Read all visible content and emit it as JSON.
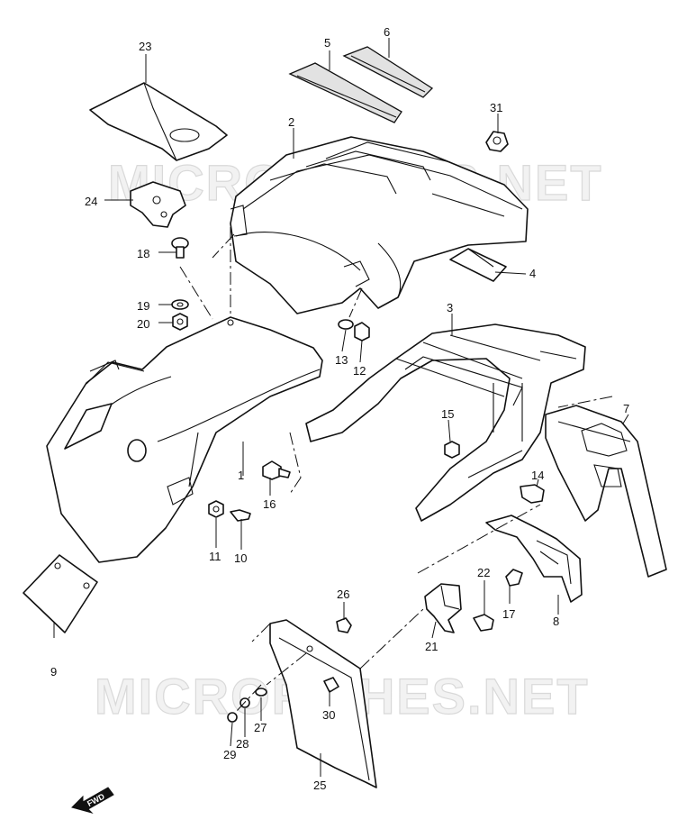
{
  "watermarks": [
    "MICROFICHES.NET",
    "MICROFICHES.NET"
  ],
  "direction_indicator": "FWD",
  "callouts": [
    {
      "id": "c1",
      "label": "1"
    },
    {
      "id": "c2",
      "label": "2"
    },
    {
      "id": "c3",
      "label": "3"
    },
    {
      "id": "c4",
      "label": "4"
    },
    {
      "id": "c5",
      "label": "5"
    },
    {
      "id": "c6",
      "label": "6"
    },
    {
      "id": "c7",
      "label": "7"
    },
    {
      "id": "c8",
      "label": "8"
    },
    {
      "id": "c9",
      "label": "9"
    },
    {
      "id": "c10",
      "label": "10"
    },
    {
      "id": "c11",
      "label": "11"
    },
    {
      "id": "c12",
      "label": "12"
    },
    {
      "id": "c13",
      "label": "13"
    },
    {
      "id": "c14",
      "label": "14"
    },
    {
      "id": "c15",
      "label": "15"
    },
    {
      "id": "c16",
      "label": "16"
    },
    {
      "id": "c17",
      "label": "17"
    },
    {
      "id": "c18",
      "label": "18"
    },
    {
      "id": "c19",
      "label": "19"
    },
    {
      "id": "c20",
      "label": "20"
    },
    {
      "id": "c21",
      "label": "21"
    },
    {
      "id": "c22",
      "label": "22"
    },
    {
      "id": "c23",
      "label": "23"
    },
    {
      "id": "c24",
      "label": "24"
    },
    {
      "id": "c25",
      "label": "25"
    },
    {
      "id": "c26",
      "label": "26"
    },
    {
      "id": "c27",
      "label": "27"
    },
    {
      "id": "c28",
      "label": "28"
    },
    {
      "id": "c29",
      "label": "29"
    },
    {
      "id": "c30",
      "label": "30"
    },
    {
      "id": "c31",
      "label": "31"
    }
  ]
}
